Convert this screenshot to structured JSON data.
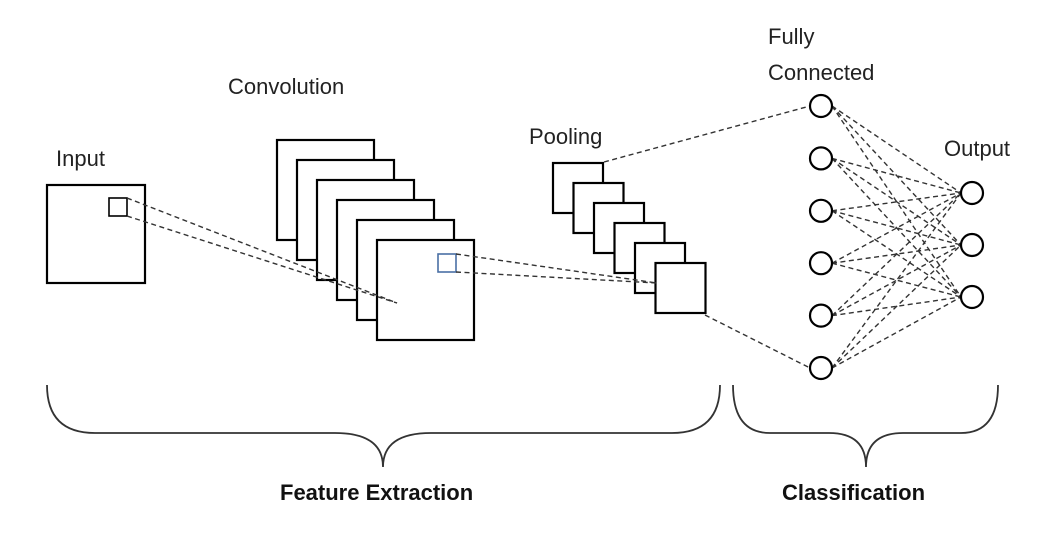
{
  "labels": {
    "input": "Input",
    "convolution": "Convolution",
    "pooling": "Pooling",
    "fully_connected_line1": "Fully",
    "fully_connected_line2": "Connected",
    "output": "Output",
    "feature_extraction": "Feature Extraction",
    "classification": "Classification"
  },
  "layers": {
    "convolution_maps": 6,
    "pooling_maps": 6,
    "fully_connected_nodes": 6,
    "output_nodes": 3
  },
  "colors": {
    "stroke": "#000000",
    "dashed_line": "#333333",
    "receptive_field_highlight": "#4a6fa5"
  }
}
